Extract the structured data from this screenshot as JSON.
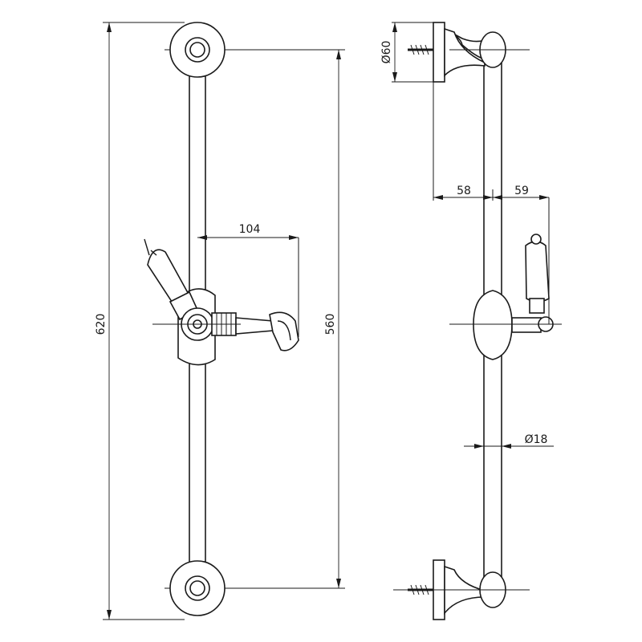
{
  "front_view": {
    "overall_height": "620",
    "fixing_distance": "560",
    "holder_offset": "104"
  },
  "side_view": {
    "bracket_diameter": "Ø60",
    "wall_to_rail": "58",
    "rail_to_handle": "59",
    "rail_diameter": "Ø18"
  },
  "icons": {
    "screw": "screw-icon"
  }
}
